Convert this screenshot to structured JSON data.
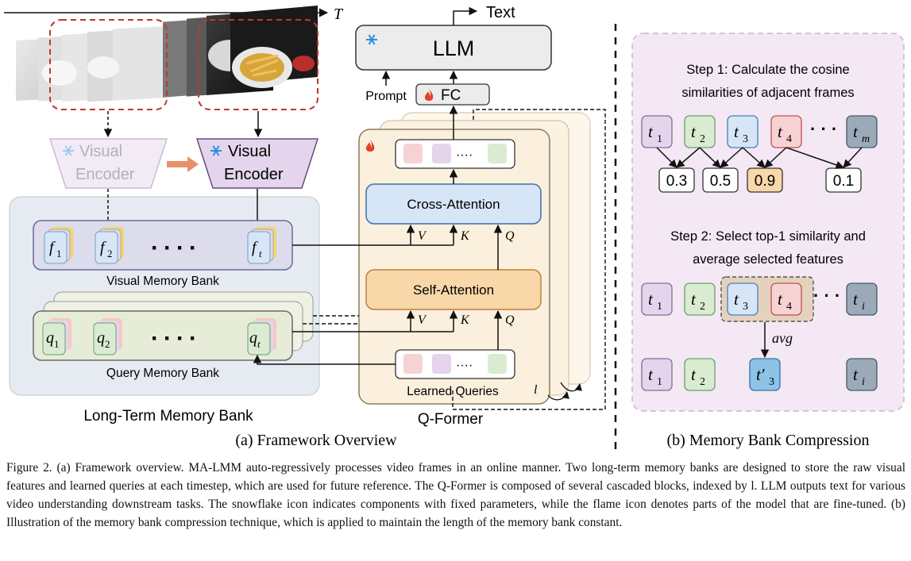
{
  "axis": {
    "time_label": "T"
  },
  "framework": {
    "llm_label": "LLM",
    "output_label": "Text",
    "prompt_label": "Prompt",
    "fc_label": "FC",
    "visual_encoder_label_line1": "Visual",
    "visual_encoder_label_line2": "Encoder",
    "visual_memory_bank_label": "Visual Memory Bank",
    "query_memory_bank_label": "Query Memory Bank",
    "long_term_memory_bank_label": "Long-Term Memory Bank",
    "cross_attention_label": "Cross-Attention",
    "self_attention_label": "Self-Attention",
    "learned_queries_label": "Learned Queries",
    "qformer_label": "Q-Former",
    "layer_index_label": "l",
    "attn_inputs": {
      "v": "V",
      "k": "K",
      "q": "Q"
    },
    "visual_tokens": {
      "first": "f",
      "first_sub": "1",
      "second": "f",
      "second_sub": "2",
      "last": "f",
      "last_sub": "t"
    },
    "query_tokens": {
      "first": "q",
      "first_sub": "1",
      "second": "q",
      "second_sub": "2",
      "last": "q",
      "last_sub": "t"
    },
    "ellipsis_dots": "····",
    "query_ellipsis": "····"
  },
  "compression": {
    "step1_line1": "Step 1: Calculate the cosine",
    "step1_line2": "similarities of adjacent frames",
    "step2_line1": "Step 2: Select top-1 similarity and",
    "step2_line2": "average selected features",
    "row1_tokens": [
      {
        "base": "t",
        "sub": "1"
      },
      {
        "base": "t",
        "sub": "2"
      },
      {
        "base": "t",
        "sub": "3"
      },
      {
        "base": "t",
        "sub": "4"
      },
      {
        "base": "t",
        "sub": "m"
      }
    ],
    "similarities": [
      "0.3",
      "0.5",
      "0.9",
      "0.1"
    ],
    "row2_tokens": [
      {
        "base": "t",
        "sub": "1"
      },
      {
        "base": "t",
        "sub": "2"
      },
      {
        "base": "t",
        "sub": "3"
      },
      {
        "base": "t",
        "sub": "4"
      },
      {
        "base": "t",
        "sub": "i"
      }
    ],
    "avg_label": "avg",
    "row3_tokens": [
      {
        "base": "t",
        "sub": "1"
      },
      {
        "base": "t",
        "sub": "2"
      },
      {
        "base": "t′",
        "sub": "3"
      },
      {
        "base": "t",
        "sub": "i"
      }
    ],
    "dots": "· · ·"
  },
  "subcaptions": {
    "a": "(a) Framework Overview",
    "b": "(b) Memory Bank Compression"
  },
  "caption": {
    "text": "Figure 2. (a) Framework overview. MA-LMM auto-regressively processes video frames in an online manner. Two long-term memory banks are designed to store the raw visual features and learned queries at each timestep, which are used for future reference. The Q-Former is composed of several cascaded blocks, indexed by l. LLM outputs text for various video understanding downstream tasks. The snowflake icon indicates components with fixed parameters, while the flame icon denotes parts of the model that are fine-tuned. (b) Illustration of the memory bank compression technique, which is applied to maintain the length of the memory bank constant."
  },
  "colors": {
    "purple_fill": "#e4d5ec",
    "green_fill": "#d9ecd2",
    "blue_fill": "#d6e6f7",
    "red_fill": "#f7d2d2",
    "slate_fill": "#9aaab8",
    "orange_fill": "#f8d7a8",
    "qformer_fill": "#fbf0de",
    "panel_b_fill": "#f3e8f4",
    "memory_bank_fill": "#e6ebf2",
    "snowflake": "#2d8de0",
    "flame": "#e0452a",
    "red_dashed": "#c0392b"
  },
  "icons": [
    "snowflake-icon",
    "flame-icon"
  ]
}
